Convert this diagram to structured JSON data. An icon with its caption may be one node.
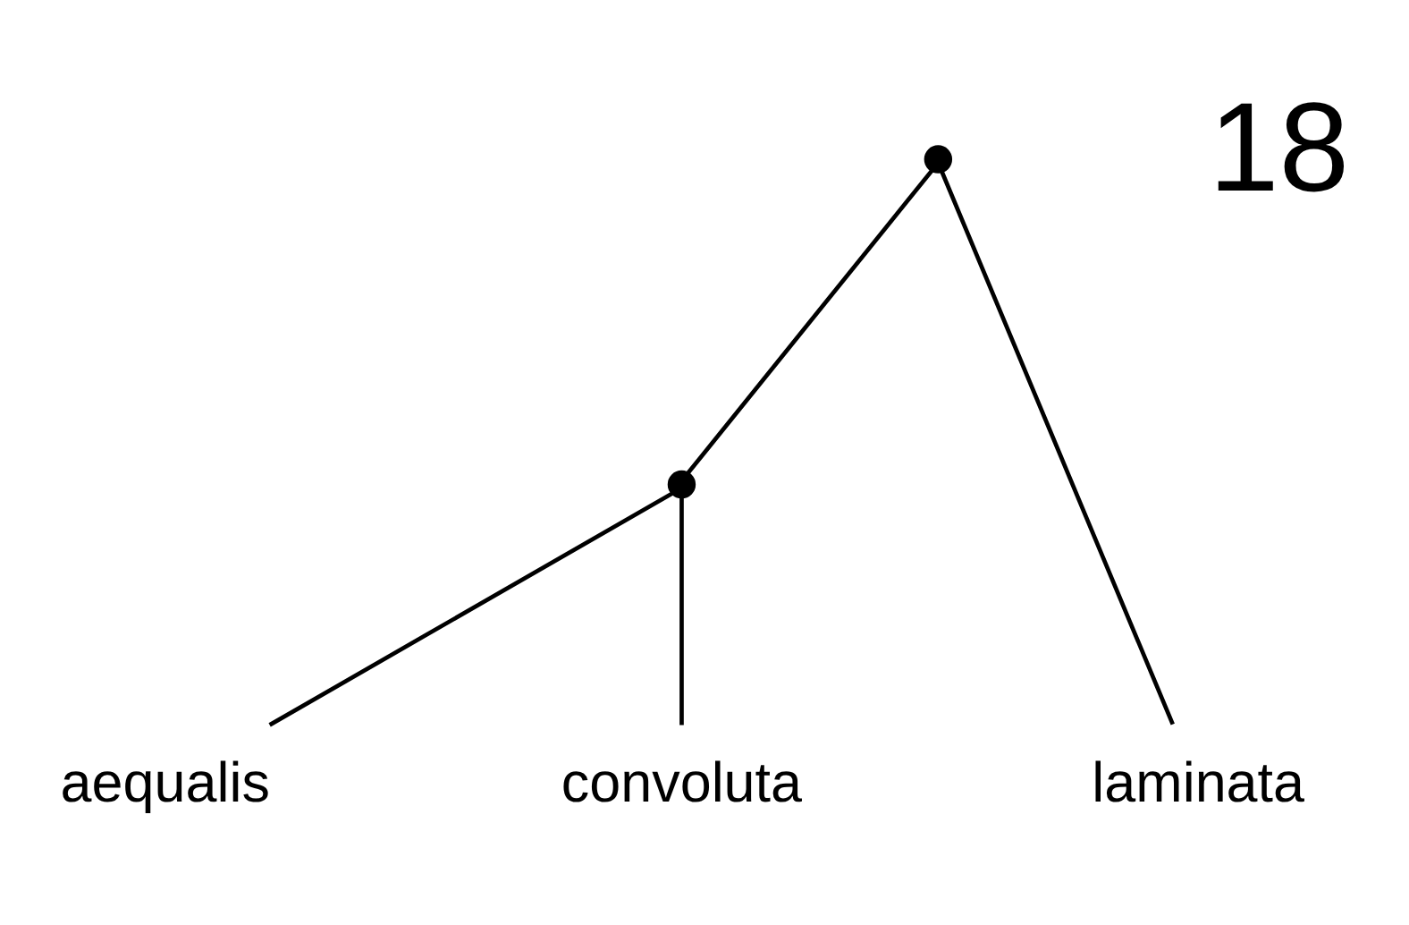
{
  "diagram": {
    "nodes": [
      {
        "text": [
          "aequalis"
        ]
      },
      {
        "text": [
          "convoluta"
        ]
      },
      {
        "text": [
          "laminata"
        ]
      },
      {
        "text": [],
        "shape": "circle"
      },
      {
        "text": [],
        "shape": "circle"
      }
    ],
    "edges": [
      {
        "from": 0,
        "to": 3,
        "arrow": "none"
      },
      {
        "from": 1,
        "to": 3,
        "arrow": "none"
      },
      {
        "from": 3,
        "to": 4,
        "arrow": "none"
      },
      {
        "from": 2,
        "to": 4,
        "arrow": "none"
      }
    ],
    "labels": [
      "18"
    ]
  }
}
